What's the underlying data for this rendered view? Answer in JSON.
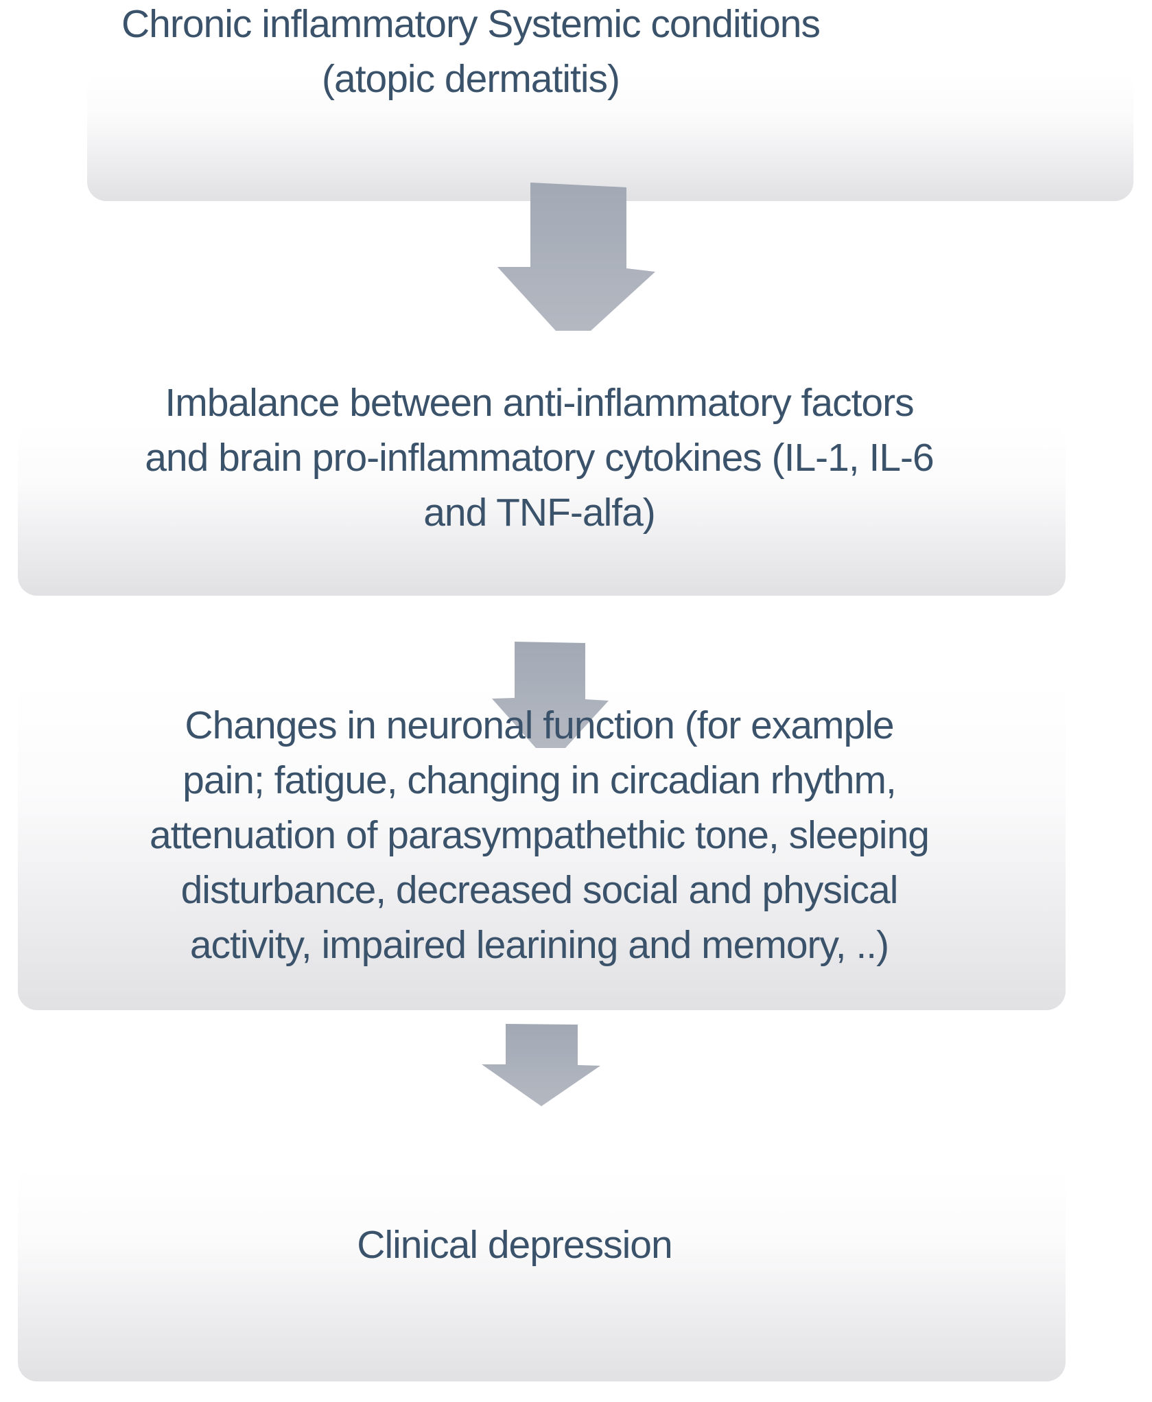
{
  "boxes": [
    {
      "name": "chronic-conditions",
      "lines": [
        "Chronic inflammatory Systemic conditions",
        "(atopic dermatitis)"
      ]
    },
    {
      "name": "cytokine-imbalance",
      "lines": [
        "Imbalance between anti-inflammatory factors",
        "and brain pro-inflammatory cytokines (IL-1, IL-6",
        "and TNF-alfa)"
      ]
    },
    {
      "name": "neuronal-changes",
      "lines": [
        "Changes in neuronal function (for example",
        "pain; fatigue, changing in circadian rhythm,",
        "attenuation of parasympathethic tone, sleeping",
        "disturbance, decreased social and physical",
        "activity, impaired learining and memory, ..)"
      ]
    },
    {
      "name": "clinical-depression",
      "lines": [
        "Clinical depression"
      ]
    }
  ],
  "arrows": [
    {
      "name": "down-arrow-1"
    },
    {
      "name": "down-arrow-2"
    },
    {
      "name": "down-arrow-3"
    }
  ],
  "colors": {
    "text": "#3b526b",
    "box_gradient_top": "#ffffff",
    "box_gradient_bottom": "#e1e1e3",
    "arrow": "#a9afba"
  }
}
